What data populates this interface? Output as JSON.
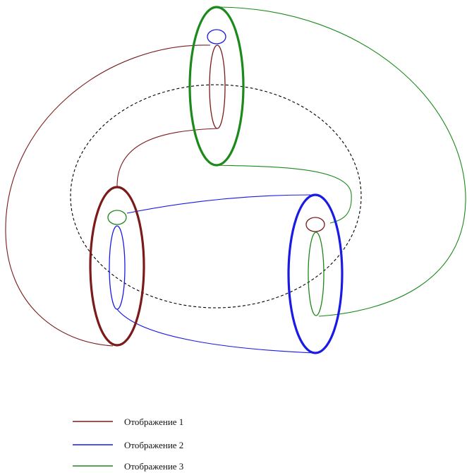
{
  "colors": {
    "map1": "#7b1a1a",
    "map2": "#1a1ae6",
    "map3": "#1b8a1b",
    "guide": "#000000"
  },
  "legend": {
    "items": [
      {
        "label": "Отображение 1",
        "color": "#7b1a1a"
      },
      {
        "label": "Отображение 2",
        "color": "#1a1ae6"
      },
      {
        "label": "Отображение 3",
        "color": "#1b8a1b"
      }
    ]
  }
}
